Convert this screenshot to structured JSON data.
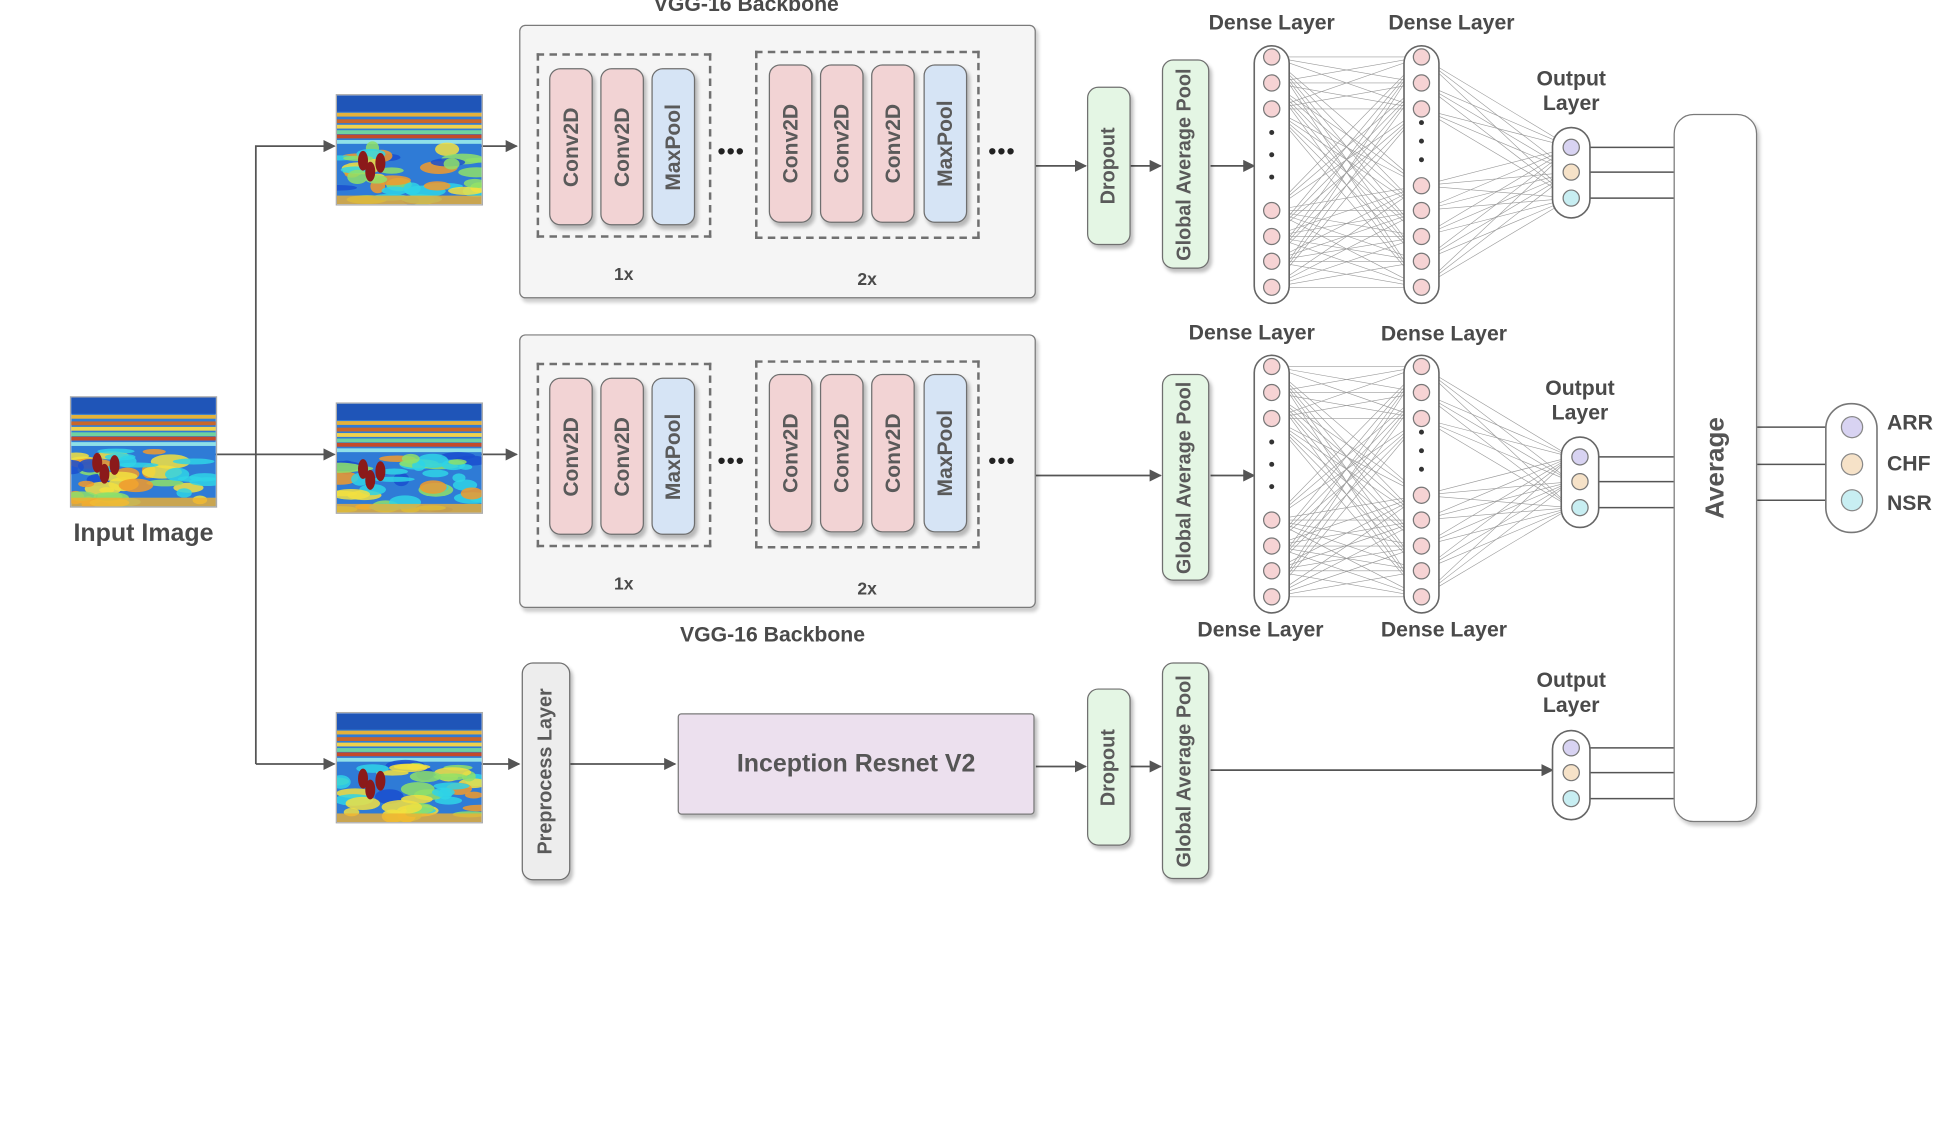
{
  "labels": {
    "input_image": "Input Image",
    "vgg_top": "VGG-16 Backbone",
    "vgg_bottom": "VGG-16 Backbone",
    "conv": "Conv2D",
    "maxpool": "MaxPool",
    "repeat_1x": "1x",
    "repeat_2x": "2x",
    "dropout": "Dropout",
    "gap": "Global Average Pool",
    "dense": "Dense Layer",
    "output": "Output\nLayer",
    "preprocess": "Preprocess Layer",
    "inception": "Inception Resnet V2",
    "average": "Average"
  },
  "classes": [
    {
      "name": "ARR",
      "color": "#d8d3f2"
    },
    {
      "name": "CHF",
      "color": "#f6e2c8"
    },
    {
      "name": "NSR",
      "color": "#c8eef2"
    }
  ],
  "colors": {
    "conv": "#f2d3d4",
    "maxpool": "#d6e4f5",
    "dropout_gap": "#e4f6e4",
    "preprocess": "#ededed",
    "inception": "#ece0ee",
    "neuron": "#f6d3d4"
  }
}
